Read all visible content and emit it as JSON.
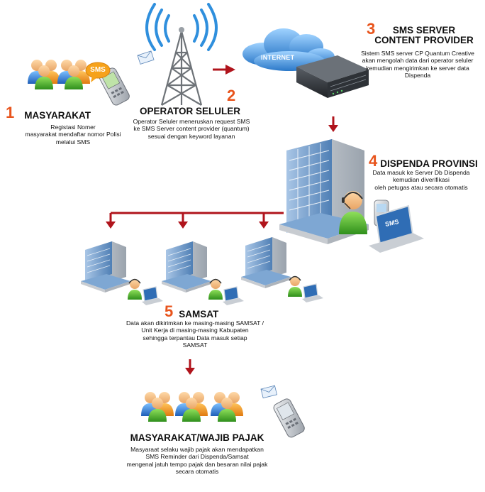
{
  "colors": {
    "accent_number": "#e8541c",
    "arrow": "#b0141c",
    "person_green": "#4caf2e",
    "person_blue": "#2f7fd8",
    "building_blue": "#5b8fc6",
    "cloud_blue": "#3d8fd6"
  },
  "icons": [
    "person-icon",
    "mobile-phone-icon",
    "sms-bubble-icon",
    "envelope-icon",
    "cell-tower-icon",
    "internet-cloud-icon",
    "server-rack-icon",
    "office-building-icon",
    "call-center-operator-icon",
    "laptop-icon",
    "arrow-icon"
  ],
  "steps": {
    "s1": {
      "number": "1",
      "title": "MASYARAKAT",
      "lines": [
        "Registasi Nomer",
        "masyarakat mendaftar nomor Polisi",
        "melalui SMS"
      ],
      "bubble": "SMS"
    },
    "s2": {
      "number": "2",
      "title": "OPERATOR SELULER",
      "lines": [
        "Operator Seluler meneruskan request SMS",
        "ke SMS Server content provider (quantum)",
        "sesuai dengan keyword layanan"
      ]
    },
    "s3": {
      "number": "3",
      "title_line1": "SMS SERVER",
      "title_line2": "CONTENT PROVIDER",
      "cloud_label": "INTERNET",
      "lines": [
        "Sistem SMS server CP Quantum Creative",
        "akan mengolah data dari operator seluler",
        "kemudian mengirimkan ke server data",
        "Dispenda"
      ]
    },
    "s4": {
      "number": "4",
      "title": "DISPENDA PROVINSI",
      "screen_label": "SMS",
      "lines": [
        "Data masuk ke Server Db Dispenda",
        "kemudian diverifikasi",
        "oleh petugas atau secara otomatis"
      ]
    },
    "s5": {
      "number": "5",
      "title": "SAMSAT",
      "lines": [
        "Data akan dikirimkan ke masing-masing SAMSAT /",
        "Unit Kerja di masing-masing Kabupaten",
        "sehingga terpantau Data masuk setiap",
        "SAMSAT"
      ]
    },
    "s6": {
      "title": "MASYARAKAT/WAJIB PAJAK",
      "lines": [
        "Masyaraat selaku wajib pajak akan mendapatkan",
        "SMS Reminder dari Dispenda/Samsat",
        "mengenal jatuh tempo pajak dan besaran nilai pajak",
        "secara otomatis"
      ]
    }
  }
}
